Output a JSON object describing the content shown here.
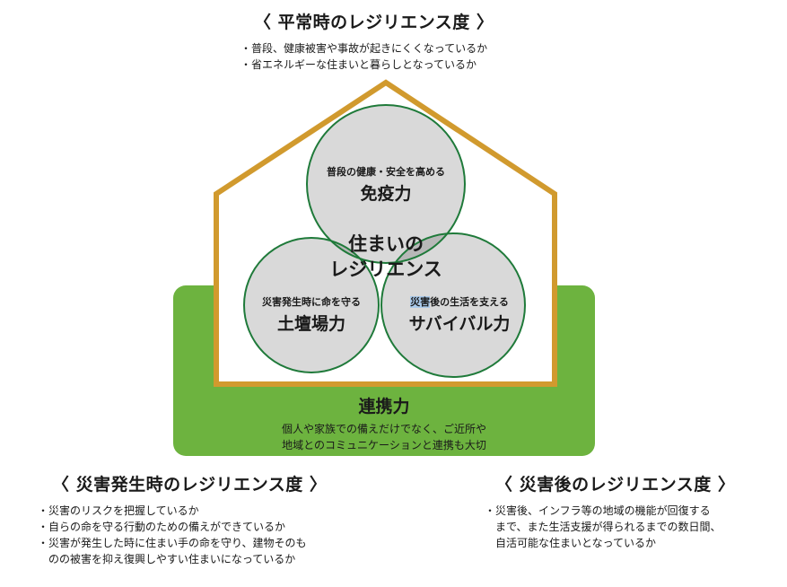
{
  "top": {
    "heading": "〈 平常時のレジリエンス度 〉",
    "bullets": [
      "・普段、健康被害や事故が起きにくくなっているか",
      "・省エネルギーな住まいと暮らしとなっているか"
    ]
  },
  "circles": {
    "immunity": {
      "subtitle": "普段の健康・安全を高める",
      "title": "免疫力"
    },
    "ground": {
      "subtitle": "災害発生時に命を守る",
      "title": "土壇場力"
    },
    "survival": {
      "subtitle_highlight": "災害",
      "subtitle_rest": "後の生活を支える",
      "title": "サバイバル力"
    },
    "core": {
      "line1": "住まいの",
      "line2": "レジリエンス"
    }
  },
  "ground_band": {
    "title": "連携力",
    "line1": "個人や家族での備えだけでなく、ご近所や",
    "line2": "地域とのコミュニケーションと連携も大切"
  },
  "bottom_left": {
    "heading": "〈 災害発生時のレジリエンス度 〉",
    "bullets": [
      "・災害のリスクを把握しているか",
      "・自らの命を守る行動のための備えができているか",
      "・災害が発生した時に住まい手の命を守り、建物そのも",
      "　のの被害を抑え復興しやすい住まいになっているか"
    ]
  },
  "bottom_right": {
    "heading": "〈 災害後のレジリエンス度 〉",
    "bullets": [
      "・災害後、インフラ等の地域の機能が回復する",
      "　まで、また生活支援が得られるまでの数日間、",
      "　自活可能な住まいとなっているか"
    ]
  },
  "colors": {
    "house_outline": "#d19a2e",
    "green_band": "#6db33f",
    "circle_fill": "#d9d9d9",
    "circle_overlap": "#b8b8b8",
    "circle_stroke": "#1f7a3a",
    "highlight": "#a9c9ea"
  }
}
